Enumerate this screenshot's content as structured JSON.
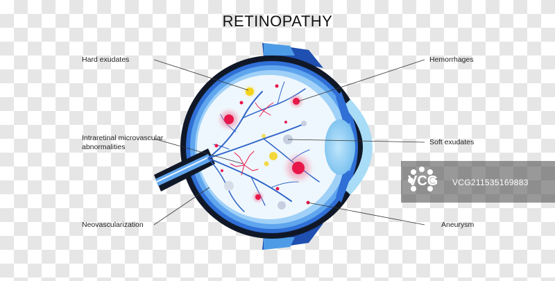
{
  "title": "RETINOPATHY",
  "labels": {
    "hard_exudates": "Hard exudates",
    "intraretinal_line1": "Intraretinal microvascular",
    "intraretinal_line2": "abnormalities",
    "neovascularization": "Neovascularization",
    "hemorrhages": "Hemorrhages",
    "soft_exudates": "Soft exudates",
    "aneurysm": "Aneurysm"
  },
  "watermark": {
    "logo": "VCG",
    "text": "VCG211535169883"
  },
  "colors": {
    "outer_shell": "#101828",
    "sclera": "#2f6fd6",
    "choroid": "#5fa6ee",
    "inner": "#9fd0f7",
    "vitreous": "#eef7fd",
    "vessels": "#2f64c8",
    "hemorrhage": "#e8174a",
    "hard_exudate": "#f3d21a",
    "soft_exudate": "#c5cfe0"
  }
}
